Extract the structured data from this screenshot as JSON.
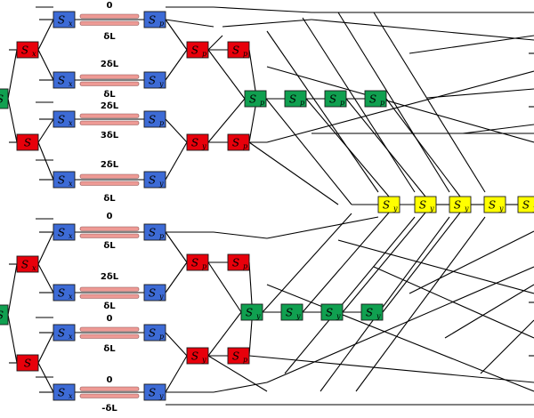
{
  "colors": {
    "red": "#e8000b",
    "blue": "#3d6bd6",
    "green": "#10a050",
    "yellow": "#ffff00",
    "waveguide": "#ee9a95",
    "wire": "#000000"
  },
  "labels": {
    "m1": {
      "top": "0",
      "bottom": "δL"
    },
    "m2": {
      "top": "2δL",
      "bottom": "δL"
    },
    "m3": {
      "top": "2δL",
      "bottom": "3δL"
    },
    "m4": {
      "top": "2δL",
      "bottom": "δL"
    },
    "m5": {
      "top": "0",
      "bottom": "δL"
    },
    "m6": {
      "top": "2δL",
      "bottom": "δL"
    },
    "m7": {
      "top": "0",
      "bottom": "δL"
    },
    "m8": {
      "top": "0",
      "bottom": "-δL"
    }
  },
  "boxes": {
    "sx": {
      "main": "S",
      "sub": "x"
    },
    "sp": {
      "main": "S",
      "sub": "p"
    },
    "sy": {
      "main": "S",
      "sub": "y"
    },
    "s": {
      "main": "S",
      "sub": ""
    }
  }
}
